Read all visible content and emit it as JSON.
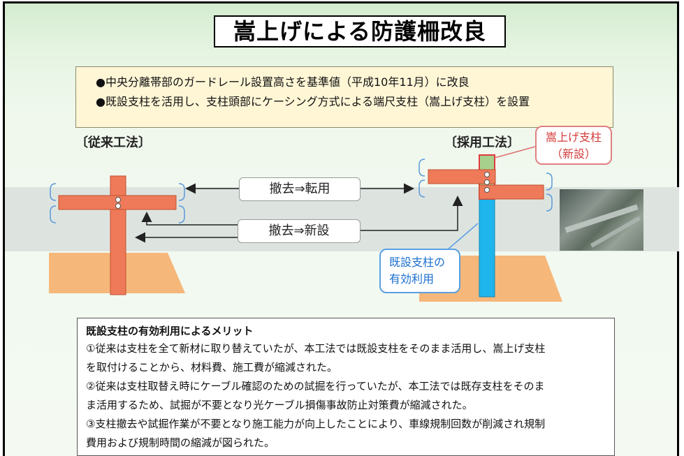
{
  "title": "嵩上げによる防護柵改良",
  "bullets": [
    "●中央分離帯部のガードレール設置高さを基準値（平成10年11月）に改良",
    "●既設支柱を活用し、支柱頭部にケーシング方式による端尺支柱（嵩上げ支柱）を設置"
  ],
  "methods": {
    "conventional": "〔従来工法〕",
    "adopted": "〔採用工法〕"
  },
  "callouts": {
    "new_post_line1": "嵩上げ支柱",
    "new_post_line2": "（新設）",
    "existing_line1": "既設支柱の",
    "existing_line2": "有効利用"
  },
  "arrows": {
    "reuse": "撤去⇒転用",
    "renew": "撤去⇒新設"
  },
  "colors": {
    "rail": "#ef7a5a",
    "new_post": "#a8d08d",
    "existing_post": "#1eb4ec",
    "ground": "#f6b77a"
  },
  "merits": {
    "title": "既設支柱の有効利用によるメリット",
    "items": [
      "①従来は支柱を全て新材に取り替えていたが、本工法では既設支柱をそのまま活用し、嵩上げ支柱",
      "を取付けることから、材料費、施工費が縮減された。",
      "②従来は支柱取替え時にケーブル確認のための試掘を行っていたが、本工法では既存支柱をそのま",
      "ま活用するため、試掘が不要となり光ケーブル損傷事故防止対策費が縮減された。",
      "③支柱撤去や試掘作業が不要となり施工能力が向上したことにより、車線規制回数が削減され規制",
      "費用および規制時間の縮減が図られた。"
    ]
  }
}
